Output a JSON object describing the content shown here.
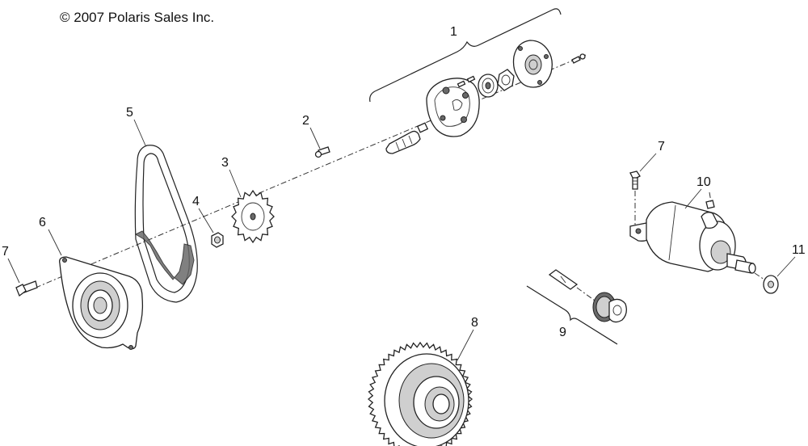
{
  "copyright": "© 2007 Polaris Sales Inc.",
  "callouts": {
    "c1": "1",
    "c2": "2",
    "c3": "3",
    "c4": "4",
    "c5": "5",
    "c6": "6",
    "c7a": "7",
    "c7b": "7",
    "c8": "8",
    "c9": "9",
    "c10": "10",
    "c11": "11"
  }
}
